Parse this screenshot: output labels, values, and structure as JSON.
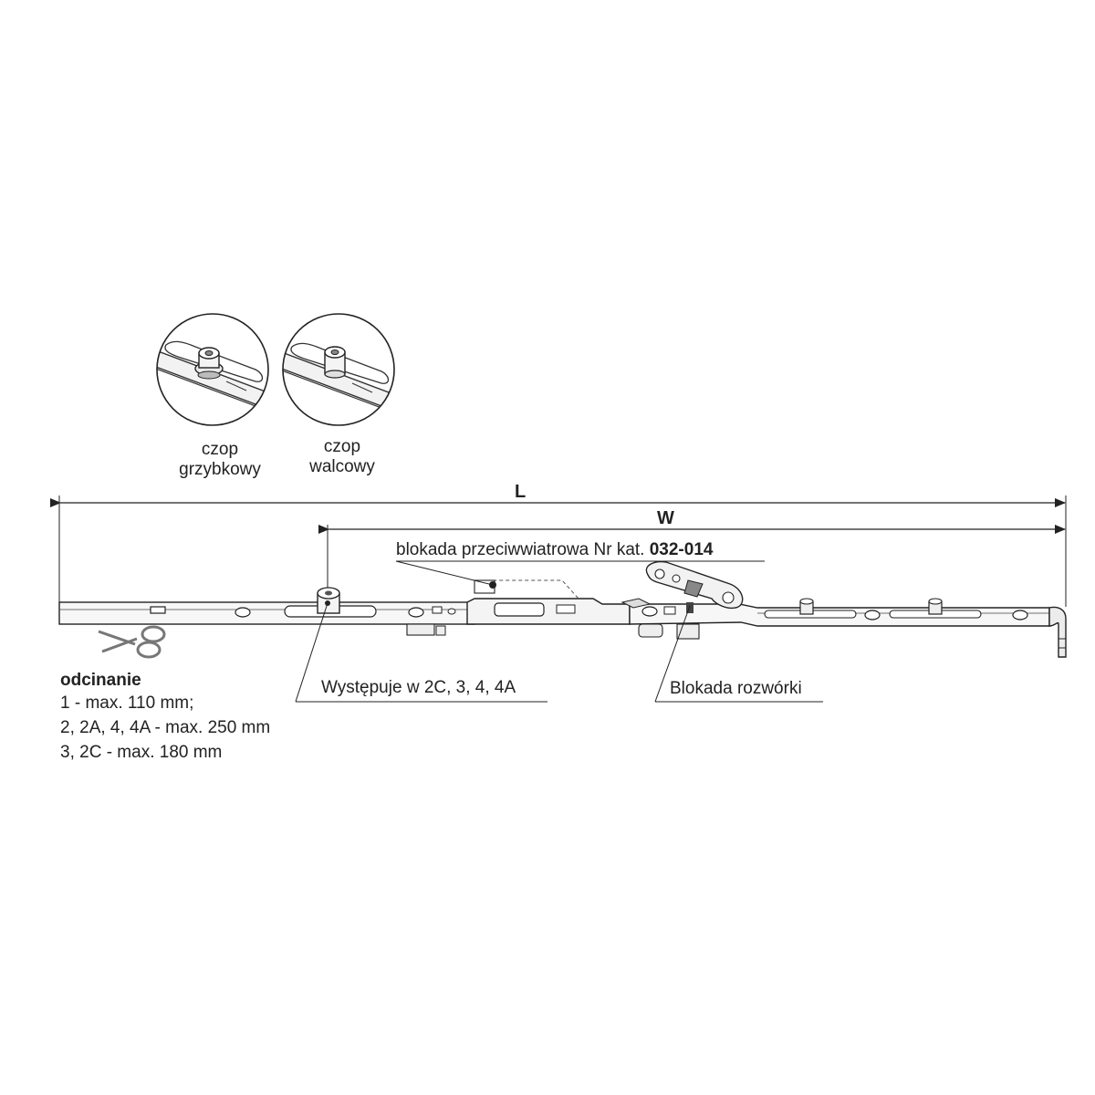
{
  "pins": {
    "mushroom": {
      "line1": "czop",
      "line2": "grzybkowy"
    },
    "cylindrical": {
      "line1": "czop",
      "line2": "walcowy"
    }
  },
  "dimensions": {
    "L": "L",
    "W": "W"
  },
  "callouts": {
    "windlock_text": "blokada przeciwwiatrowa Nr kat.",
    "windlock_code": "032-014",
    "occurs": "Występuje w 2C, 3, 4, 4A",
    "stay_lock": "Blokada rozwórki"
  },
  "cutting": {
    "title": "odcinanie",
    "lines": [
      "1 - max. 110 mm;",
      "2, 2A, 4, 4A - max. 250 mm",
      "3, 2C - max. 180 mm"
    ]
  },
  "icons": {
    "cut": "scissors-icon"
  },
  "colors": {
    "ink": "#222222",
    "metal": "#f4f4f4",
    "hatch": "#9a9a9a"
  }
}
